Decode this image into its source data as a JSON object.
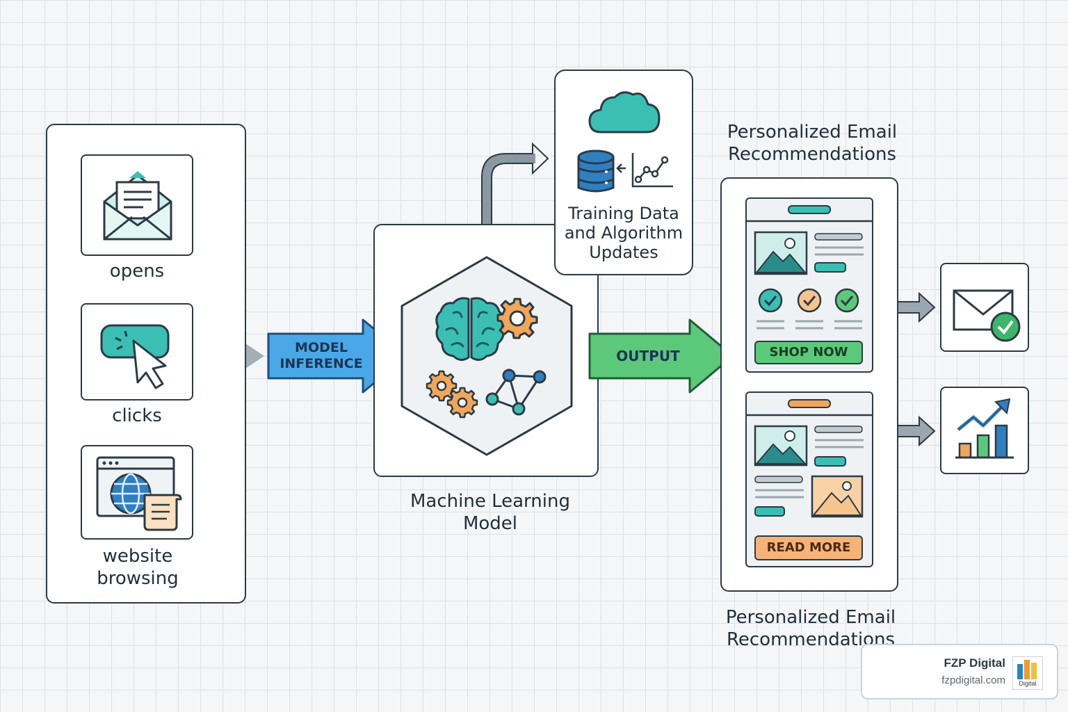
{
  "inputs": {
    "opens_label": "opens",
    "clicks_label": "clicks",
    "browsing_label": "website\nbrowsing"
  },
  "arrows": {
    "inference_label": "MODEL\nINFERENCE",
    "output_label": "OUTPUT"
  },
  "training": {
    "label": "Training Data\nand Algorithm\nUpdates"
  },
  "model": {
    "label": "Machine Learning\nModel"
  },
  "recommendations": {
    "title_top": "Personalized Email\nRecommendations",
    "title_bottom": "Personalized Email\nRecommendations",
    "shop_button": "SHOP NOW",
    "read_button": "READ MORE"
  },
  "brand": {
    "name": "FZP Digital",
    "url": "fzpdigital.com",
    "logo_text": "Digital"
  },
  "colors": {
    "teal": "#3bbfb4",
    "blue_arrow": "#4aa8e8",
    "green_arrow": "#5cc97a",
    "orange": "#f2a65a",
    "gray_connector": "#9aa7b0",
    "outline": "#2b3a44"
  },
  "icons": [
    "envelope-open-icon",
    "cursor-click-icon",
    "globe-browser-icon",
    "cloud-icon",
    "database-icon",
    "line-chart-icon",
    "brain-icon",
    "gear-icon",
    "network-icon",
    "image-icon",
    "check-circle-icon",
    "envelope-check-icon",
    "bar-chart-growth-icon"
  ]
}
